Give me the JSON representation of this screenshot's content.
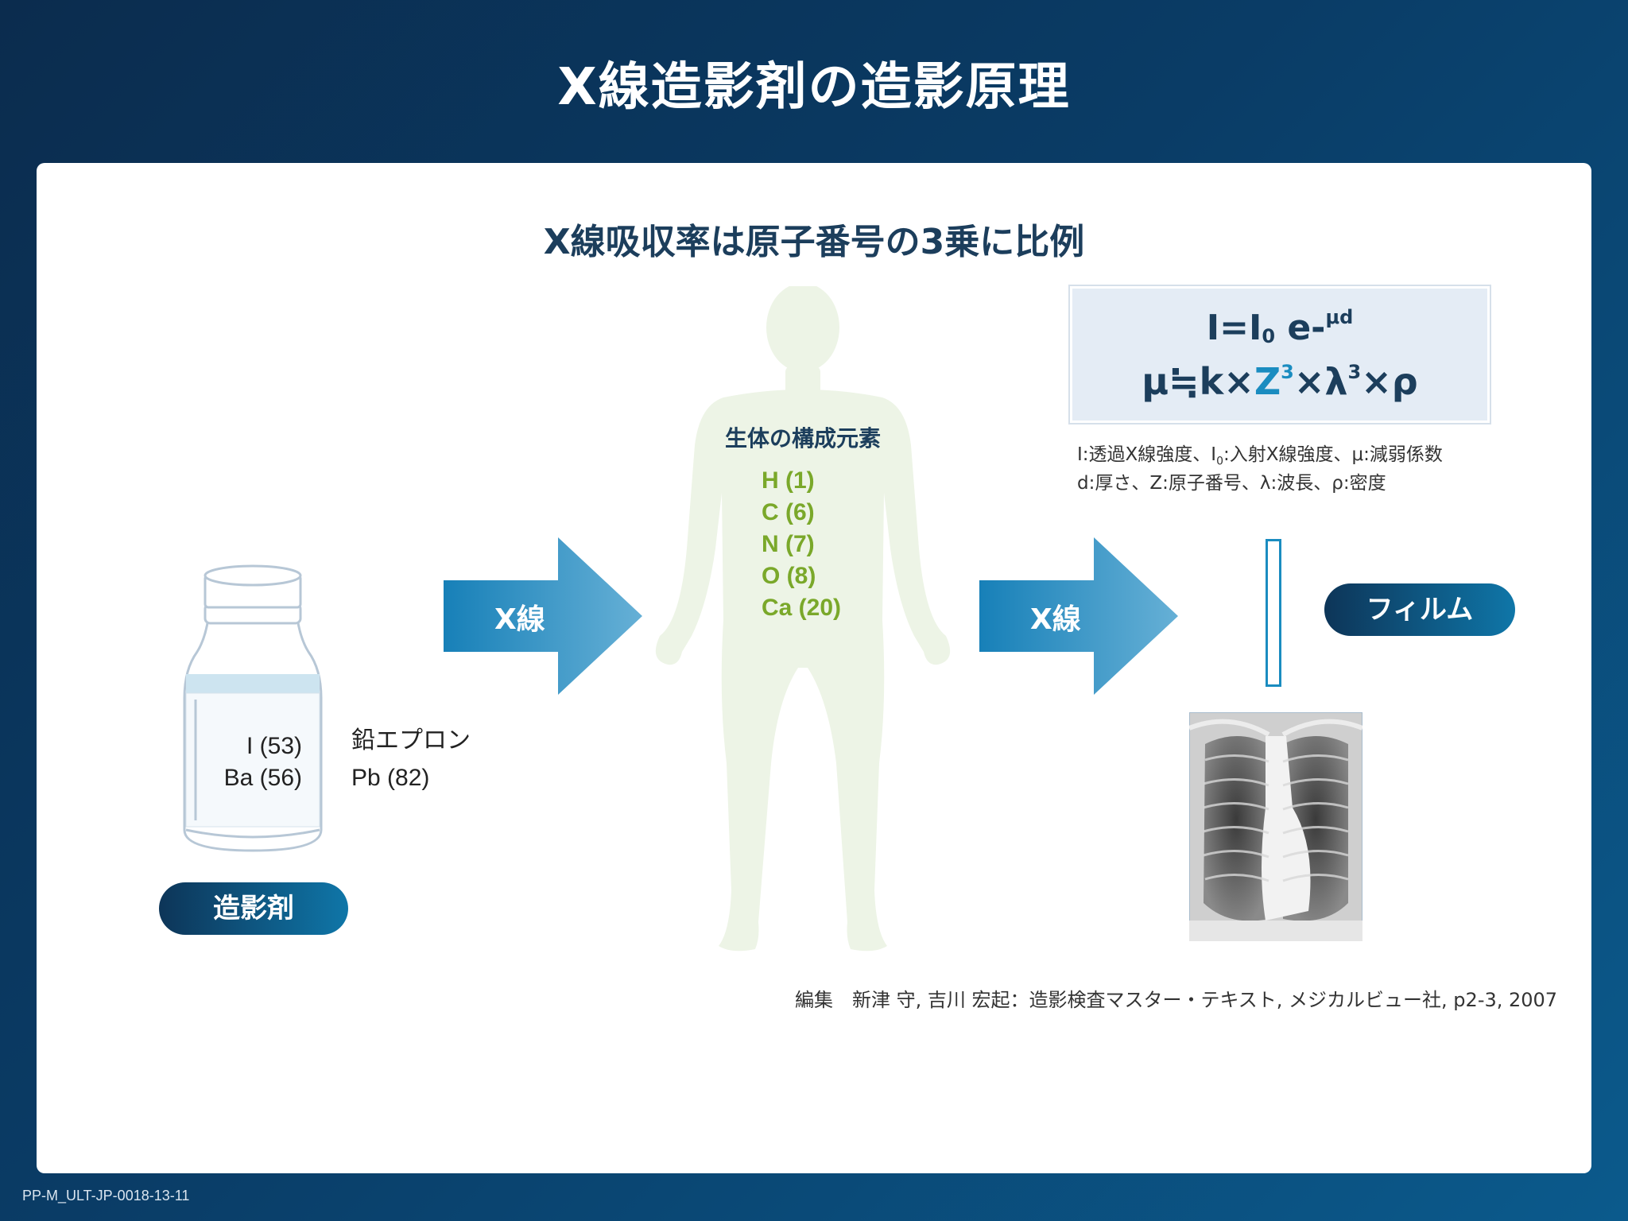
{
  "title": "X線造影剤の造影原理",
  "subtitle": "X線吸収率は原子番号の3乗に比例",
  "formula": {
    "line1_I": "I=I",
    "line1_sub": "0",
    "line1_e": " e-",
    "line1_sup": "μd",
    "line2_a": "μ≒k×",
    "line2_Z": "Z",
    "line2_Zsup": "3",
    "line2_b": "×λ",
    "line2_lsup": "3",
    "line2_c": "×ρ"
  },
  "legend": {
    "line1_a": "I:透過X線強度、I",
    "line1_sub": "0",
    "line1_b": ":入射X線強度、μ:減弱係数",
    "line2": "d:厚さ、Z:原子番号、λ:波長、ρ:密度"
  },
  "body_elements": {
    "title": "生体の構成元素",
    "items": [
      "H (1)",
      "C (6)",
      "N (7)",
      "O (8)",
      "Ca (20)"
    ]
  },
  "arrows": {
    "left_label": "X線",
    "right_label": "X線"
  },
  "contrast_agent": {
    "vial_line1": "I (53)",
    "vial_line2": "Ba (56)",
    "lead_line1": "鉛エプロン",
    "lead_line2": "Pb (82)",
    "label": "造影剤"
  },
  "film": {
    "label": "フィルム"
  },
  "citation": "編集　新津 守, 吉川 宏起：造影検査マスター・テキスト, メジカルビュー社, p2-3, 2007",
  "doc_code": "PP-M_ULT-JP-0018-13-11",
  "colors": {
    "navy": "#1c3e5c",
    "accent_blue": "#1a8cc0",
    "element_green": "#7aa82a",
    "human_fill": "#edf4e6"
  }
}
